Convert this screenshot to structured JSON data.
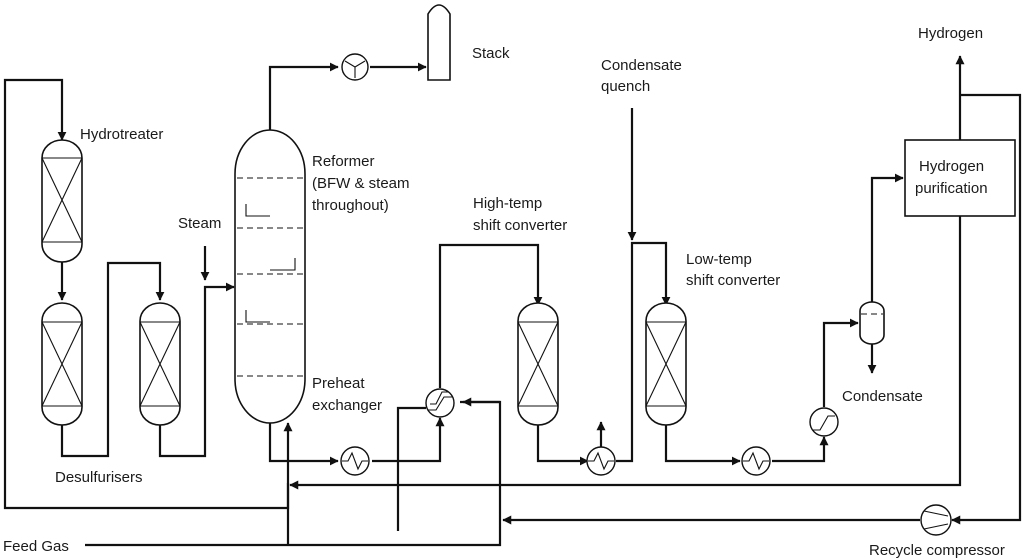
{
  "labels": {
    "stack": "Stack",
    "condensate_quench_1": "Condensate",
    "condensate_quench_2": "quench",
    "hydrogen": "Hydrogen",
    "hydrotreater": "Hydrotreater",
    "reformer_1": "Reformer",
    "reformer_2": "(BFW & steam",
    "reformer_3": "throughout)",
    "steam": "Steam",
    "ht_shift_1": "High-temp",
    "ht_shift_2": "shift converter",
    "lt_shift_1": "Low-temp",
    "lt_shift_2": "shift converter",
    "h2_purification_1": "Hydrogen",
    "h2_purification_2": "purification",
    "preheat_1": "Preheat",
    "preheat_2": "exchanger",
    "condensate": "Condensate",
    "desulfurisers": "Desulfurisers",
    "feed_gas": "Feed Gas",
    "recycle_compressor": "Recycle compressor"
  },
  "colors": {
    "line": "#111111",
    "background": "#ffffff"
  },
  "icons": [
    "fan-icon",
    "heat-exchanger-icon",
    "compressor-icon",
    "arrow-icon"
  ]
}
